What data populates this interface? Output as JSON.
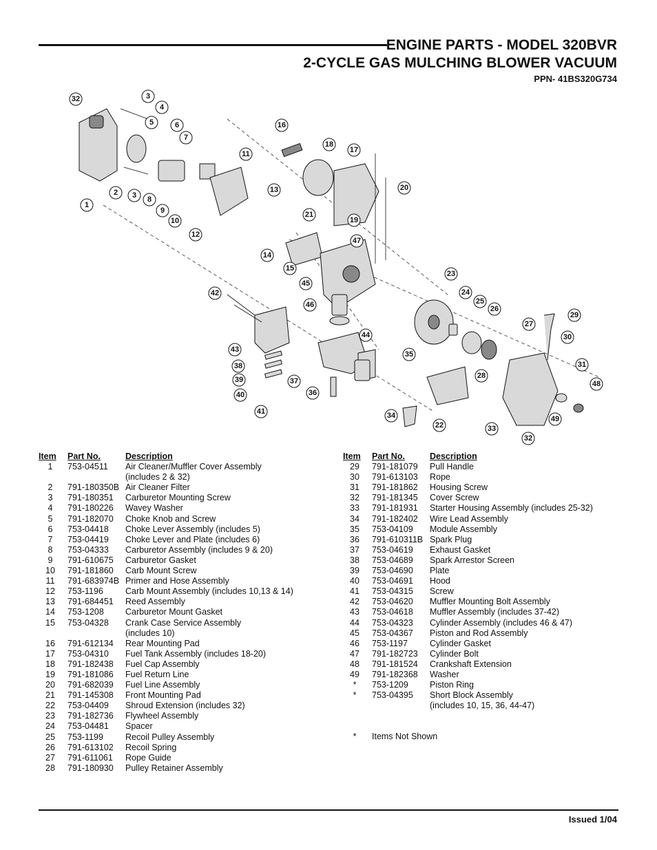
{
  "header": {
    "title_line1": "ENGINE PARTS - MODEL 320BVR",
    "title_line2": "2-CYCLE GAS MULCHING BLOWER VACUUM",
    "ppn": "PPN- 41BS320G734"
  },
  "diagram": {
    "callouts": [
      "32",
      "3",
      "4",
      "5",
      "6",
      "7",
      "1",
      "2",
      "3",
      "8",
      "9",
      "10",
      "12",
      "11",
      "13",
      "16",
      "18",
      "17",
      "20",
      "21",
      "19",
      "47",
      "14",
      "15",
      "42",
      "45",
      "46",
      "23",
      "24",
      "25",
      "26",
      "29",
      "27",
      "30",
      "44",
      "43",
      "38",
      "39",
      "40",
      "41",
      "37",
      "36",
      "35",
      "34",
      "22",
      "28",
      "31",
      "48",
      "33",
      "49",
      "32"
    ]
  },
  "table_headers": {
    "item": "Item",
    "part": "Part No.",
    "description": "Description"
  },
  "left_rows": [
    {
      "item": "1",
      "part": "753-04511",
      "desc": "Air Cleaner/Muffler Cover Assembly",
      "desc2": "(includes 2 & 32)"
    },
    {
      "item": "2",
      "part": "791-180350B",
      "desc": "Air Cleaner Filter"
    },
    {
      "item": "3",
      "part": "791-180351",
      "desc": "Carburetor Mounting Screw"
    },
    {
      "item": "4",
      "part": "791-180226",
      "desc": "Wavey Washer"
    },
    {
      "item": "5",
      "part": "791-182070",
      "desc": "Choke Knob and Screw"
    },
    {
      "item": "6",
      "part": "753-04418",
      "desc": "Choke Lever Assembly (includes 5)"
    },
    {
      "item": "7",
      "part": "753-04419",
      "desc": "Choke Lever and Plate (includes 6)"
    },
    {
      "item": "8",
      "part": "753-04333",
      "desc": "Carburetor Assembly (includes 9 & 20)"
    },
    {
      "item": "9",
      "part": "791-610675",
      "desc": "Carburetor Gasket"
    },
    {
      "item": "10",
      "part": "791-181860",
      "desc": "Carb Mount Screw"
    },
    {
      "item": "11",
      "part": "791-683974B",
      "desc": "Primer and Hose Assembly"
    },
    {
      "item": "12",
      "part": "753-1196",
      "desc": "Carb Mount Assembly (includes 10,13 & 14)"
    },
    {
      "item": "13",
      "part": "791-684451",
      "desc": "Reed Assembly"
    },
    {
      "item": "14",
      "part": "753-1208",
      "desc": "Carburetor Mount Gasket"
    },
    {
      "item": "15",
      "part": "753-04328",
      "desc": "Crank Case Service Assembly",
      "desc2": "(includes 10)"
    },
    {
      "item": "16",
      "part": "791-612134",
      "desc": "Rear Mounting Pad"
    },
    {
      "item": "17",
      "part": "753-04310",
      "desc": "Fuel Tank Assembly (includes 18-20)"
    },
    {
      "item": "18",
      "part": "791-182438",
      "desc": "Fuel Cap Assembly"
    },
    {
      "item": "19",
      "part": "791-181086",
      "desc": "Fuel Return Line"
    },
    {
      "item": "20",
      "part": "791-682039",
      "desc": "Fuel Line Assembly"
    },
    {
      "item": "21",
      "part": "791-145308",
      "desc": "Front Mounting Pad"
    },
    {
      "item": "22",
      "part": "753-04409",
      "desc": "Shroud Extension (includes 32)"
    },
    {
      "item": "23",
      "part": "791-182736",
      "desc": "Flywheel Assembly"
    },
    {
      "item": "24",
      "part": "753-04481",
      "desc": "Spacer"
    },
    {
      "item": "25",
      "part": "753-1199",
      "desc": "Recoil Pulley Assembly"
    },
    {
      "item": "26",
      "part": "791-613102",
      "desc": "Recoil Spring"
    },
    {
      "item": "27",
      "part": "791-611061",
      "desc": "Rope Guide"
    },
    {
      "item": "28",
      "part": "791-180930",
      "desc": "Pulley Retainer Assembly"
    }
  ],
  "right_rows": [
    {
      "item": "29",
      "part": "791-181079",
      "desc": "Pull Handle"
    },
    {
      "item": "30",
      "part": "791-613103",
      "desc": "Rope"
    },
    {
      "item": "31",
      "part": "791-181862",
      "desc": "Housing Screw"
    },
    {
      "item": "32",
      "part": "791-181345",
      "desc": "Cover Screw"
    },
    {
      "item": "33",
      "part": "791-181931",
      "desc": "Starter Housing Assembly (includes 25-32)"
    },
    {
      "item": "34",
      "part": "791-182402",
      "desc": "Wire Lead Assembly"
    },
    {
      "item": "35",
      "part": "753-04109",
      "desc": "Module Assembly"
    },
    {
      "item": "36",
      "part": "791-610311B",
      "desc": "Spark Plug"
    },
    {
      "item": "37",
      "part": "753-04619",
      "desc": "Exhaust Gasket"
    },
    {
      "item": "38",
      "part": "753-04689",
      "desc": "Spark Arrestor Screen"
    },
    {
      "item": "39",
      "part": "753-04690",
      "desc": "Plate"
    },
    {
      "item": "40",
      "part": "753-04691",
      "desc": "Hood"
    },
    {
      "item": "41",
      "part": "753-04315",
      "desc": "Screw"
    },
    {
      "item": "42",
      "part": "753-04620",
      "desc": "Muffler Mounting Bolt Assembly"
    },
    {
      "item": "43",
      "part": "753-04618",
      "desc": "Muffler Assembly (includes 37-42)"
    },
    {
      "item": "44",
      "part": "753-04323",
      "desc": "Cylinder Assembly (includes 46 & 47)"
    },
    {
      "item": "45",
      "part": "753-04367",
      "desc": "Piston and Rod Assembly"
    },
    {
      "item": "46",
      "part": "753-1197",
      "desc": "Cylinder Gasket"
    },
    {
      "item": "47",
      "part": "791-182723",
      "desc": "Cylinder Bolt"
    },
    {
      "item": "48",
      "part": "791-181524",
      "desc": "Crankshaft Extension"
    },
    {
      "item": "49",
      "part": "791-182368",
      "desc": "Washer"
    },
    {
      "item": "*",
      "part": "753-1209",
      "desc": "Piston Ring"
    },
    {
      "item": "*",
      "part": "753-04395",
      "desc": "Short Block Assembly",
      "desc2": "(includes 10, 15, 36, 44-47)"
    }
  ],
  "note": {
    "marker": "*",
    "text": "Items Not Shown"
  },
  "footer": {
    "issued": "Issued 1/04"
  }
}
